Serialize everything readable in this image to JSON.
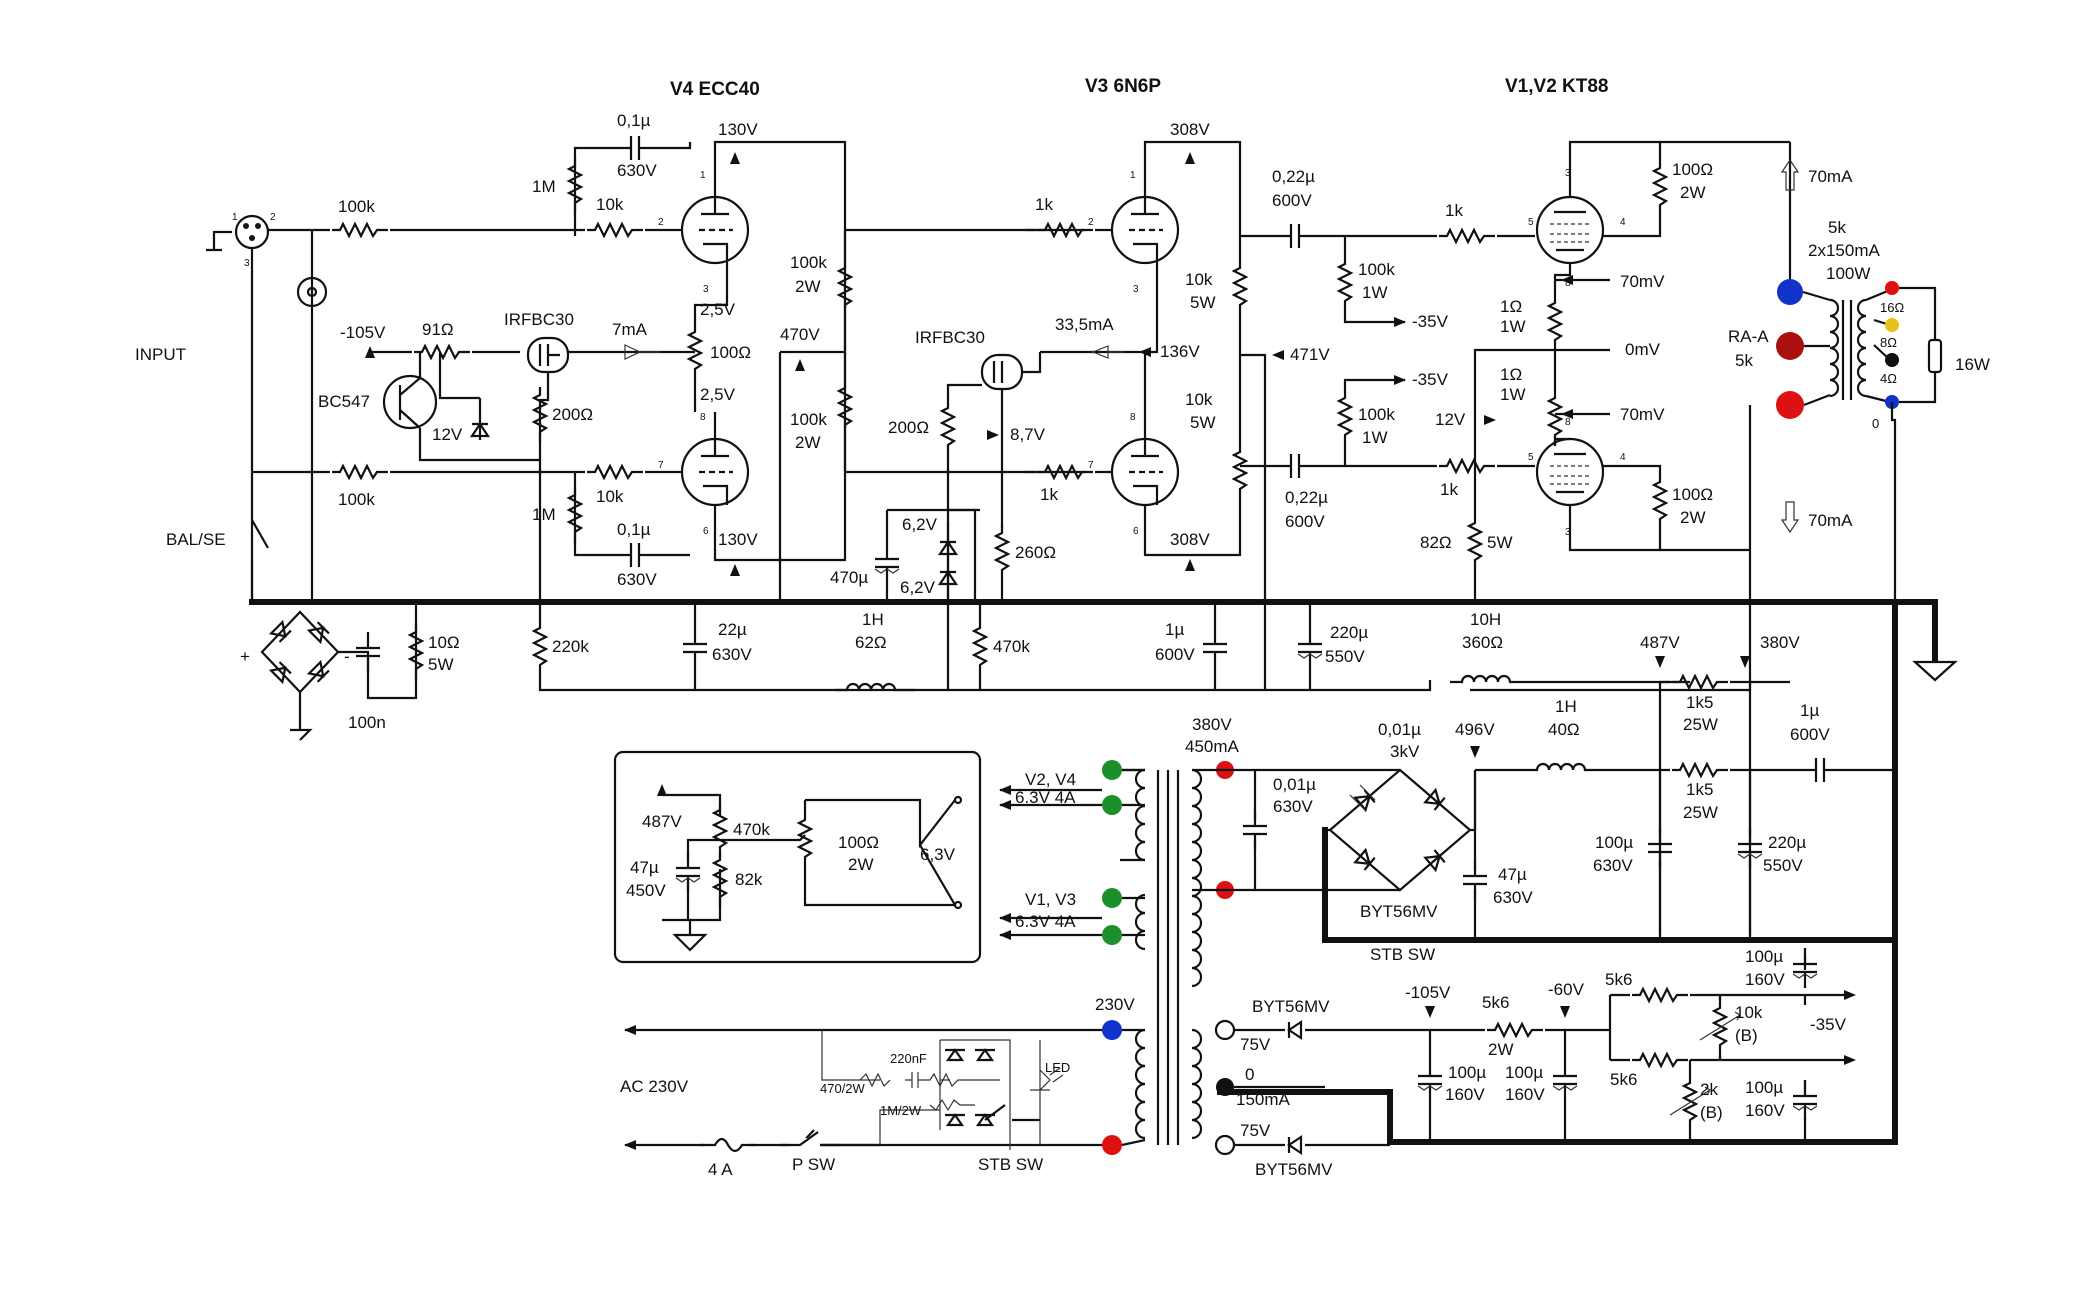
{
  "title_tubes": [
    "V4  ECC40",
    "V3  6N6P",
    "V1,V2  KT88"
  ],
  "left": {
    "input": "INPUT",
    "balse": "BAL/SE",
    "mosfet": "IRFBC30",
    "bjt": "BC547",
    "zener": "12V",
    "supply": "-105V",
    "r91": "91Ω"
  },
  "stage1": {
    "r_in_top": "100k",
    "r_in_bot": "100k",
    "r_grid_top": "10k",
    "r_grid_bot": "10k",
    "r_1m_top": "1M",
    "r_1m_bot": "1M",
    "c_top_val": "0,1µ",
    "c_top_v": "630V",
    "c_bot_val": "0,1µ",
    "c_bot_v": "630V",
    "plate_top": "130V",
    "plate_bot": "130V",
    "cath_top": "2,5V",
    "cath_bot": "2,5V",
    "r_cath": "100Ω",
    "cur": "7mA",
    "r200": "200Ω",
    "r_load_top": "100k",
    "r_load_top_w": "2W",
    "r_load_bot": "100k",
    "r_load_bot_w": "2W",
    "b470": "470V",
    "r220k": "220k",
    "c22": "22µ",
    "c22v": "630V"
  },
  "stage2": {
    "mosfet": "IRFBC30",
    "cur": "33,5mA",
    "v136": "136V",
    "r200": "200Ω",
    "v87": "8,7V",
    "r260": "260Ω",
    "z62a": "6,2V",
    "z62b": "6,2V",
    "c470": "470µ",
    "r_grid_top": "1k",
    "r_grid_bot": "1k",
    "plate_top": "308V",
    "plate_bot": "308V",
    "r10k_top": "10k",
    "r10k_top_w": "5W",
    "r10k_bot": "10k",
    "r10k_bot_w": "5W",
    "v471": "471V",
    "l1h": "1H",
    "l62": "62Ω",
    "r470k": "470k",
    "c1": "1µ",
    "c1v": "600V"
  },
  "stage3": {
    "c_top": "0,22µ",
    "c_top_v": "600V",
    "c_bot": "0,22µ",
    "c_bot_v": "600V",
    "r100k_top": "100k",
    "r100k_top_w": "1W",
    "r100k_bot": "100k",
    "r100k_bot_w": "1W",
    "neg35a": "-35V",
    "neg35b": "-35V",
    "r1k_top": "1k",
    "r1k_bot": "1k",
    "r1_top": "1Ω",
    "r1_top_w": "1W",
    "r1_bot": "1Ω",
    "r1_bot_w": "1W",
    "mv70a": "70mV",
    "mv0": "0mV",
    "mv70b": "70mV",
    "v12": "12V",
    "r82": "82Ω",
    "r82w": "5W",
    "r100_top": "100Ω",
    "r100_top_w": "2W",
    "r100_bot": "100Ω",
    "r100_bot_w": "2W",
    "ma70a": "70mA",
    "ma70b": "70mA"
  },
  "output": {
    "ot1": "5k",
    "ot2": "2x150mA",
    "ot3": "100W",
    "raa": "RA-A",
    "raa5": "5k",
    "t16": "16Ω",
    "t8": "8Ω",
    "t4": "4Ω",
    "t0": "0",
    "load": "16W"
  },
  "bus": {
    "c220": "220µ",
    "c220v": "550V",
    "l10h": "10H",
    "l360": "360Ω",
    "v487": "487V",
    "v380": "380V",
    "r1k5a": "1k5",
    "r1k5a_w": "25W",
    "r10": "10Ω",
    "r10w": "5W",
    "c100n": "100n"
  },
  "psu": {
    "sec380": "380V",
    "sec450": "450mA",
    "c001a": "0,01µ",
    "c001a_v": "3kV",
    "c001b": "0,01µ",
    "c001b_v": "630V",
    "v496": "496V",
    "l1h": "1H",
    "l40": "40Ω",
    "r1k5b": "1k5",
    "r1k5b_w": "25W",
    "c1": "1µ",
    "c1v": "600V",
    "c100": "100µ",
    "c100v": "630V",
    "c220": "220µ",
    "c220v": "550V",
    "c47": "47µ",
    "c47v": "630V",
    "diode": "BYT56MV",
    "stb": "STB SW"
  },
  "heater": {
    "v24": "V2, V4",
    "v24c": "6.3V 4A",
    "v13": "V1, V3",
    "v13c": "6.3V 4A",
    "inset_v": "487V",
    "inset_r470": "470k",
    "inset_c": "47µ",
    "inset_cv": "450V",
    "inset_r82": "82k",
    "inset_pot": "100Ω",
    "inset_potw": "2W",
    "inset_63": "6,3V"
  },
  "bias": {
    "ac": "AC 230V",
    "pri": "230V",
    "fuse": "4 A",
    "psw": "P SW",
    "stbsw": "STB SW",
    "r470": "470/2W",
    "c220n": "220nF",
    "r1m": "1M/2W",
    "led": "LED",
    "sec75a": "75V",
    "sec0": "0",
    "sec150": "150mA",
    "sec75b": "75V",
    "d1": "BYT56MV",
    "d2": "BYT56MV",
    "n105": "-105V",
    "n60": "-60V",
    "r5k6a": "5k6",
    "r5k6a_w": "2W",
    "r5k6b": "5k6",
    "r5k6c": "5k6",
    "c100a": "100µ",
    "c100a_v": "160V",
    "c100b": "100µ",
    "c100b_v": "160V",
    "c100c": "100µ",
    "c100c_v": "160V",
    "c100d": "100µ",
    "c100d_v": "160V",
    "r10kb": "10k",
    "r10kb_b": "(B)",
    "n35": "-35V",
    "r2kb": "2k",
    "r2kb_b": "(B)"
  },
  "colors": {
    "wire": "#111111",
    "green": "#1a8f2a",
    "red": "#cc1111",
    "blue": "#1133cc",
    "yellow": "#e8c020"
  }
}
